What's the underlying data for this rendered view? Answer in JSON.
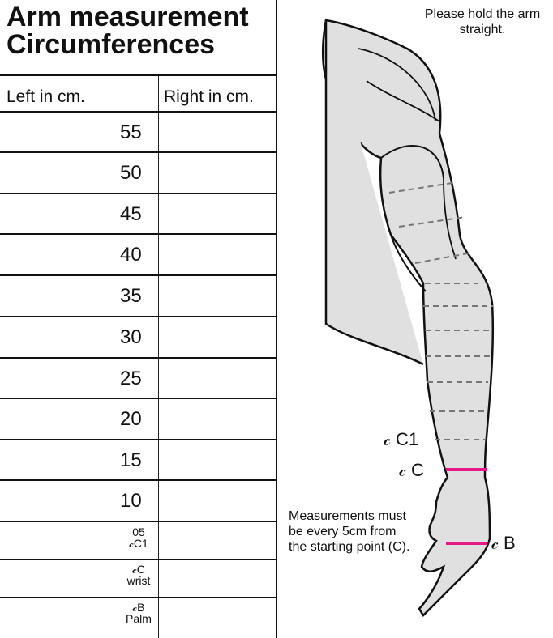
{
  "title": {
    "line1": "Arm measurement",
    "line2": "Circumferences"
  },
  "table": {
    "left_header": "Left in cm.",
    "right_header": "Right in cm.",
    "rows": [
      {
        "main": "55",
        "sub": ""
      },
      {
        "main": "50",
        "sub": ""
      },
      {
        "main": "45",
        "sub": ""
      },
      {
        "main": "40",
        "sub": ""
      },
      {
        "main": "35",
        "sub": ""
      },
      {
        "main": "30",
        "sub": ""
      },
      {
        "main": "25",
        "sub": ""
      },
      {
        "main": "20",
        "sub": ""
      },
      {
        "main": "15",
        "sub": ""
      },
      {
        "main": "10",
        "sub": ""
      },
      {
        "main": "05",
        "sub": "𝒸C1"
      },
      {
        "main": "𝒸C",
        "sub": "wrist"
      },
      {
        "main": "𝒸B",
        "sub": "Palm"
      }
    ]
  },
  "notes": {
    "top": "Please hold the arm straight.",
    "bottom": "Measurements must be every 5cm from the starting point (C)."
  },
  "markers": {
    "c1": "𝒸 C1",
    "c": "𝒸 C",
    "b": "𝒸 B"
  },
  "colors": {
    "measure_band": "#e6198a",
    "arm_fill": "#e0e0e0",
    "dash": "#777777"
  }
}
